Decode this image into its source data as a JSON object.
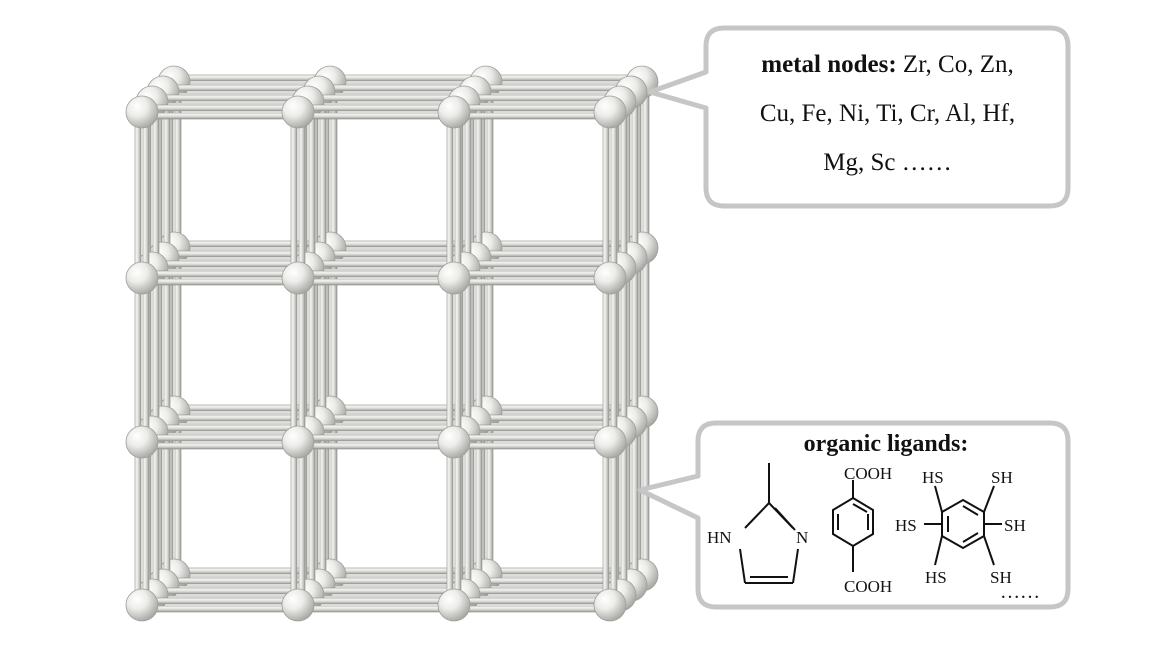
{
  "metal_nodes": {
    "label": "metal nodes:",
    "line1": "Zr, Co, Zn,",
    "line2": "Cu, Fe, Ni, Ti, Cr, Al, Hf,",
    "line3": "Mg, Sc ……"
  },
  "organic_ligands": {
    "title": "organic ligands:",
    "imidazole": {
      "hn": "HN",
      "n": "N"
    },
    "terephthalic": {
      "top": "COOH",
      "bottom": "COOH"
    },
    "thiol": {
      "tl": "HS",
      "tr": "SH",
      "ml": "HS",
      "mr": "SH",
      "bl": "HS",
      "br": "SH"
    },
    "ellipsis": "……"
  },
  "colors": {
    "node": "#e6e6e3",
    "rod": "#dcdcd8",
    "bubble_border": "#c8c8c8"
  }
}
